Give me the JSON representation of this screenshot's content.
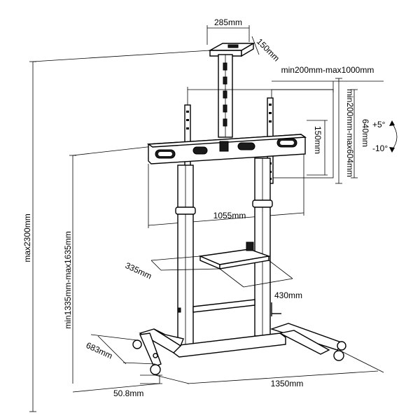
{
  "labels": {
    "plate_width": "285mm",
    "plate_depth": "150mm",
    "vesa_h_range": "min200mm-max1000mm",
    "vesa_v_range": "min200mm-max604mm",
    "screen_height": "640mm",
    "tilt_up": "+5°",
    "tilt_down": "-10°",
    "bracket_height": "150mm",
    "bracket_width": "1055mm",
    "max_height": "max2300mm",
    "center_height_range": "min1335mm-max1635mm",
    "shelf_depth": "335mm",
    "shelf_width": "430mm",
    "base_depth": "683mm",
    "caster_height": "50.8mm",
    "base_width": "1350mm"
  },
  "colors": {
    "line": "#000000",
    "fill_dark": "#1a1a1a",
    "background": "#ffffff"
  },
  "icons": {
    "tilt": "curved-double-arrow-icon"
  }
}
